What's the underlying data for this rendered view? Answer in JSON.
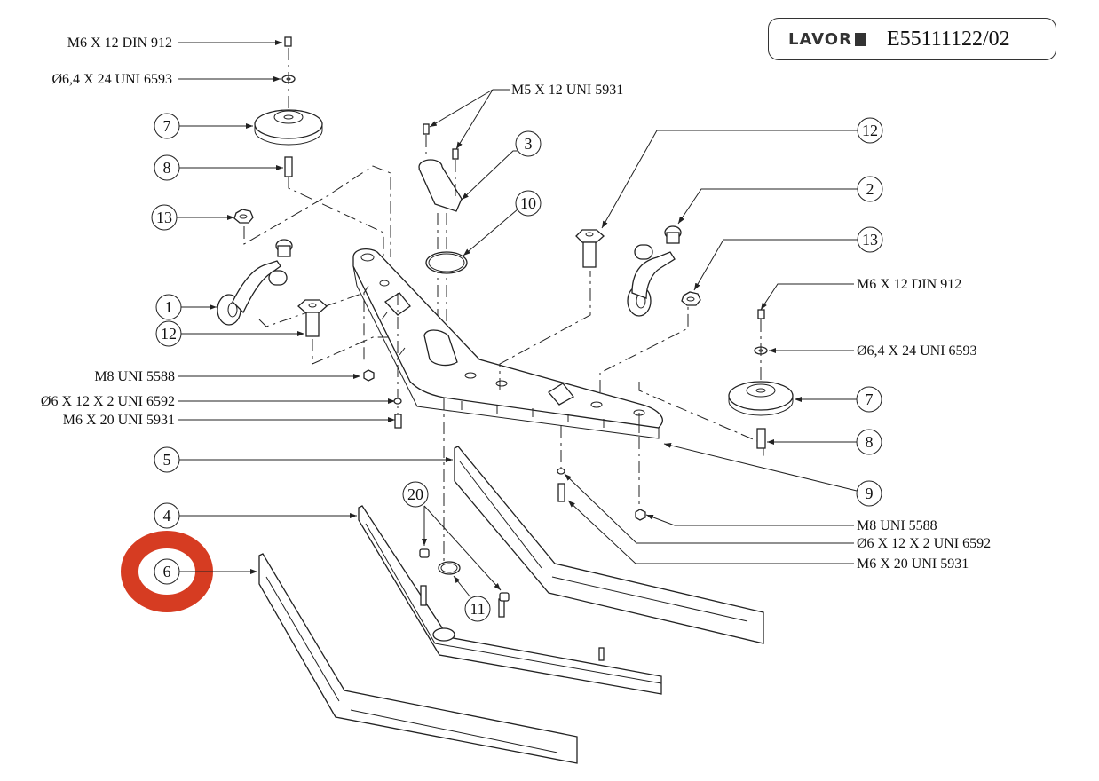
{
  "header": {
    "brand": "LAVOR",
    "drawing_code": "E55111122/02"
  },
  "highlight": {
    "color": "#d63c22",
    "target_balloon": "6"
  },
  "balloons": [
    {
      "id": "b1",
      "number": "1"
    },
    {
      "id": "b2",
      "number": "2"
    },
    {
      "id": "b3",
      "number": "3"
    },
    {
      "id": "b4",
      "number": "4"
    },
    {
      "id": "b5",
      "number": "5"
    },
    {
      "id": "b6",
      "number": "6"
    },
    {
      "id": "b7a",
      "number": "7"
    },
    {
      "id": "b7b",
      "number": "7"
    },
    {
      "id": "b8a",
      "number": "8"
    },
    {
      "id": "b8b",
      "number": "8"
    },
    {
      "id": "b9",
      "number": "9"
    },
    {
      "id": "b10",
      "number": "10"
    },
    {
      "id": "b11",
      "number": "11"
    },
    {
      "id": "b12a",
      "number": "12"
    },
    {
      "id": "b12b",
      "number": "12"
    },
    {
      "id": "b13a",
      "number": "13"
    },
    {
      "id": "b13b",
      "number": "13"
    },
    {
      "id": "b20",
      "number": "20"
    }
  ],
  "hardware_labels": {
    "left": [
      "M6 X 12 DIN 912",
      "Ø6,4 X 24 UNI 6593",
      "M8 UNI 5588",
      "Ø6 X 12 X 2 UNI 6592",
      "M6 X 20 UNI 5931"
    ],
    "top": [
      "M5 X 12 UNI 5931"
    ],
    "right": [
      "M6 X 12 DIN 912",
      "Ø6,4 X 24 UNI 6593",
      "M8 UNI 5588",
      "Ø6 X 12 X 2 UNI 6592",
      "M6 X 20 UNI 5931"
    ]
  }
}
